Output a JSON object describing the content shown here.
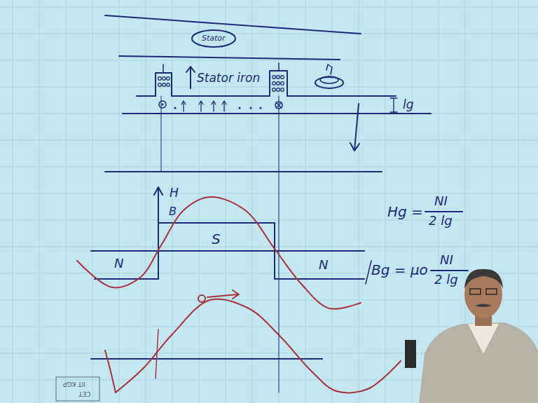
{
  "diagram": {
    "labels": [
      "Stator",
      "Stator iron",
      "lg",
      "H",
      "B",
      "S",
      "N",
      "N",
      "Hg =",
      "NI",
      "2 lg",
      "Bg = μo",
      "NI",
      "2 lg",
      "CET",
      "IIT KGP"
    ]
  }
}
